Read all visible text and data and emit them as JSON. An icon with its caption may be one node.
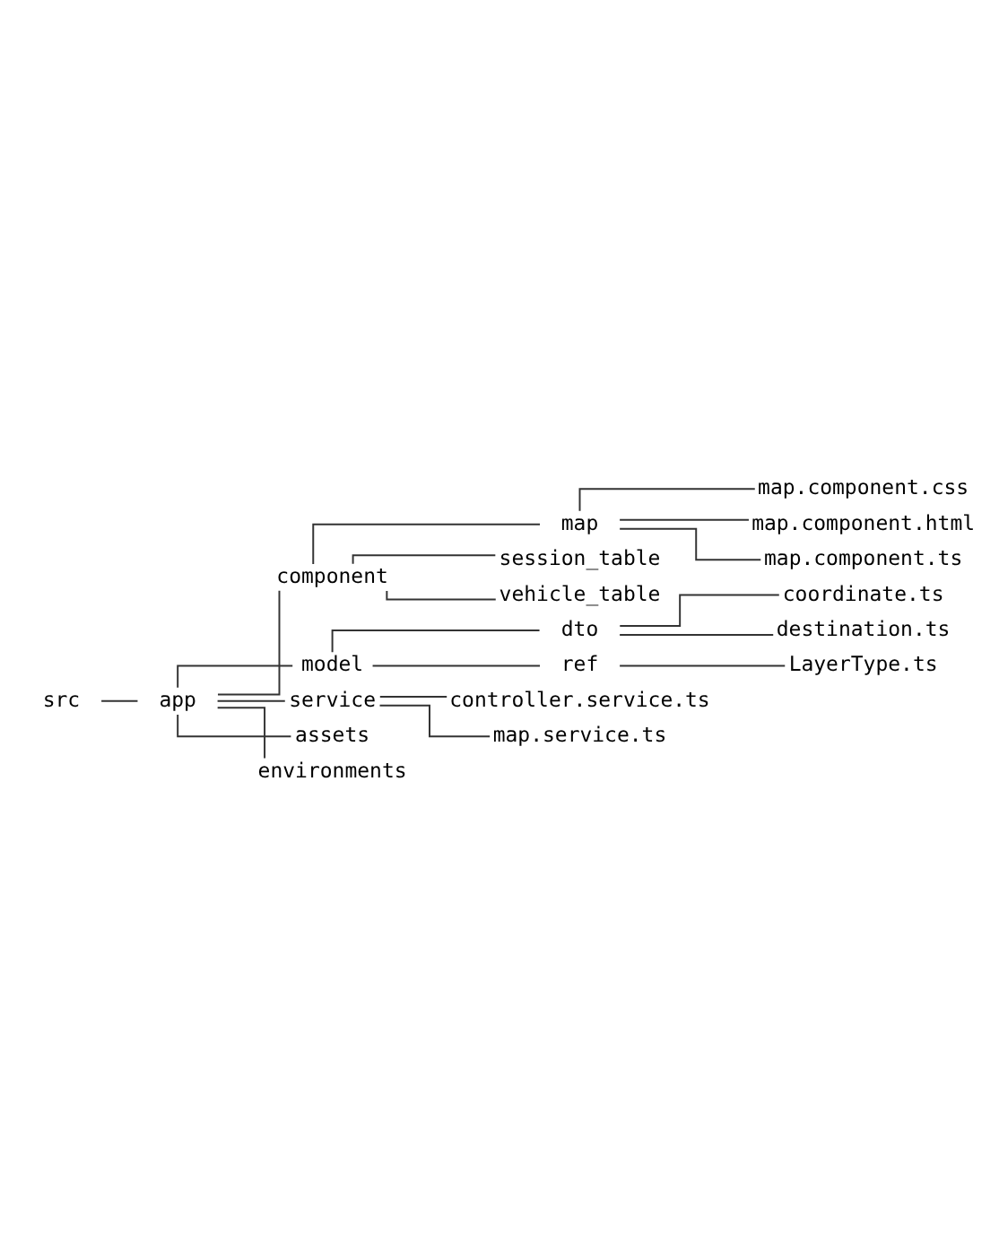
{
  "diagram": {
    "nodes": [
      {
        "text": [
          "src"
        ]
      },
      {
        "text": [
          "app"
        ]
      },
      {
        "text": [
          "component"
        ]
      },
      {
        "text": [
          "map"
        ]
      },
      {
        "text": [
          "map.component.css"
        ]
      },
      {
        "text": [
          "map.component.html"
        ]
      },
      {
        "text": [
          "map.component.ts"
        ]
      },
      {
        "text": [
          "session_table"
        ]
      },
      {
        "text": [
          "vehicle_table"
        ]
      },
      {
        "text": [
          "model"
        ]
      },
      {
        "text": [
          "dto"
        ]
      },
      {
        "text": [
          "coordinate.ts"
        ]
      },
      {
        "text": [
          "destination.ts"
        ]
      },
      {
        "text": [
          "ref"
        ]
      },
      {
        "text": [
          "LayerType.ts"
        ]
      },
      {
        "text": [
          "service"
        ]
      },
      {
        "text": [
          "controller.service.ts"
        ]
      },
      {
        "text": [
          "map.service.ts"
        ]
      },
      {
        "text": [
          "assets"
        ]
      },
      {
        "text": [
          "environments"
        ]
      }
    ],
    "edges": [
      {
        "from": 0,
        "to": 1,
        "arrow": "none"
      },
      {
        "from": 1,
        "to": 2,
        "arrow": "none"
      },
      {
        "from": 2,
        "to": 3,
        "arrow": "none"
      },
      {
        "from": 3,
        "to": 4,
        "arrow": "none"
      },
      {
        "from": 3,
        "to": 5,
        "arrow": "none"
      },
      {
        "from": 3,
        "to": 6,
        "arrow": "none"
      },
      {
        "from": 2,
        "to": 7,
        "arrow": "none"
      },
      {
        "from": 2,
        "to": 8,
        "arrow": "none"
      },
      {
        "from": 1,
        "to": 9,
        "arrow": "none"
      },
      {
        "from": 9,
        "to": 10,
        "arrow": "none"
      },
      {
        "from": 10,
        "to": 11,
        "arrow": "none"
      },
      {
        "from": 10,
        "to": 12,
        "arrow": "none"
      },
      {
        "from": 9,
        "to": 13,
        "arrow": "none"
      },
      {
        "from": 13,
        "to": 14,
        "arrow": "none"
      },
      {
        "from": 1,
        "to": 15,
        "arrow": "none"
      },
      {
        "from": 15,
        "to": 16,
        "arrow": "none"
      },
      {
        "from": 15,
        "to": 17,
        "arrow": "none"
      },
      {
        "from": 1,
        "to": 18,
        "arrow": "none"
      },
      {
        "from": 1,
        "to": 19,
        "arrow": "none"
      }
    ]
  }
}
